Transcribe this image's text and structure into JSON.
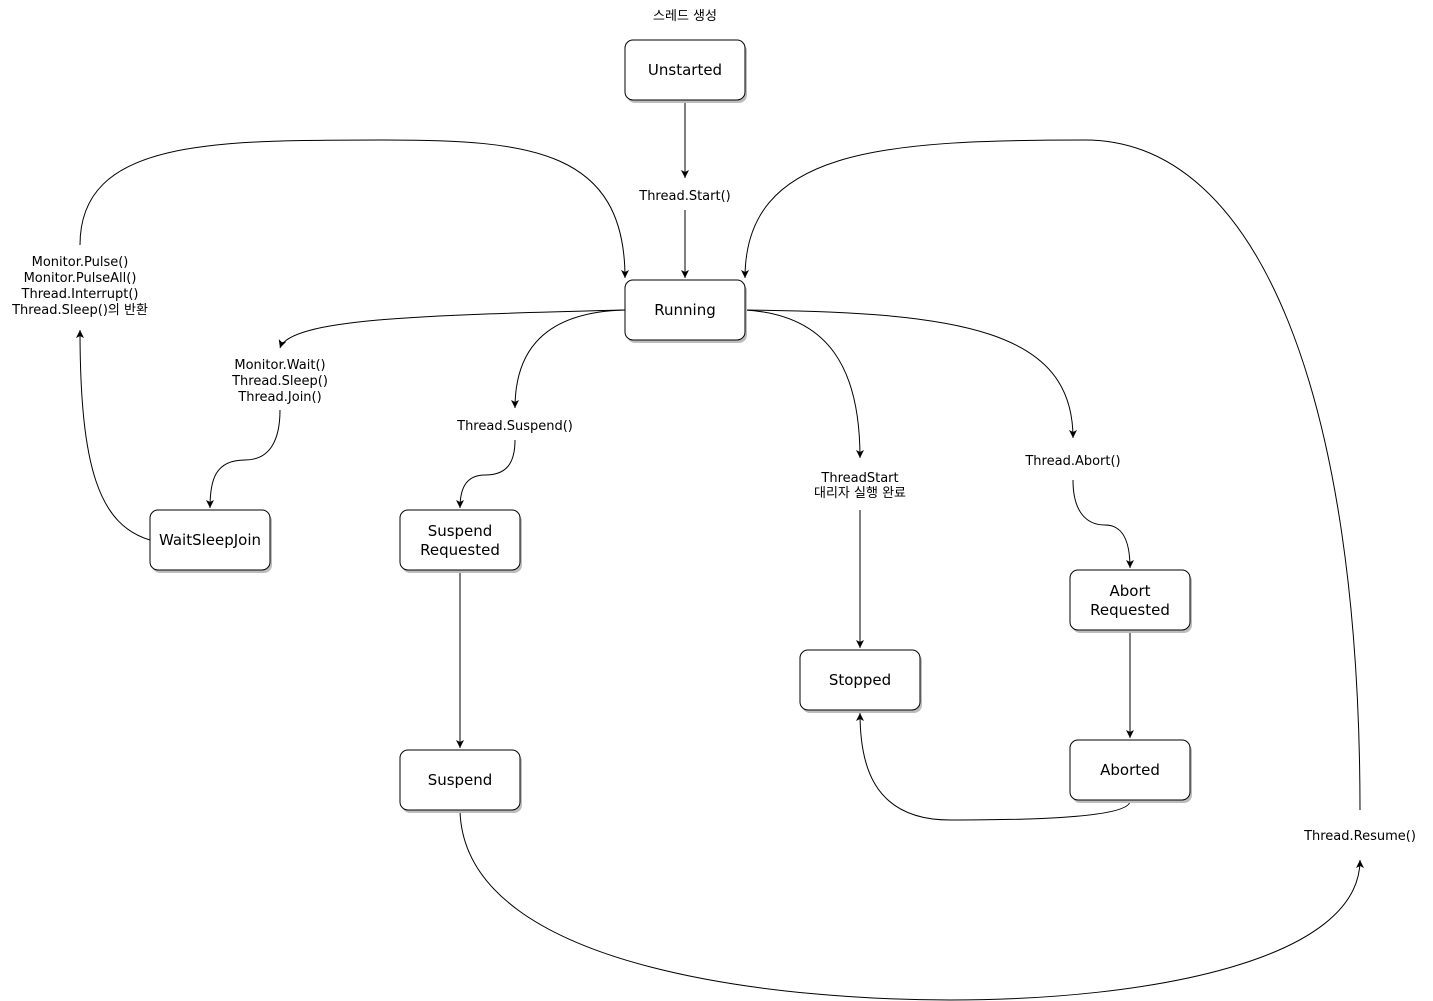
{
  "title": "스레드 생성",
  "states": {
    "unstarted": "Unstarted",
    "running": "Running",
    "waitsleepjoin": "WaitSleepJoin",
    "suspend_requested": [
      "Suspend",
      "Requested"
    ],
    "suspend": "Suspend",
    "stopped": "Stopped",
    "abort_requested": [
      "Abort",
      "Requested"
    ],
    "aborted": "Aborted"
  },
  "transitions": {
    "start": [
      "Thread.Start()"
    ],
    "wait": [
      "Monitor.Wait()",
      "Thread.Sleep()",
      "Thread.Join()"
    ],
    "pulse": [
      "Monitor.Pulse()",
      "Monitor.PulseAll()",
      "Thread.Interrupt()",
      "Thread.Sleep()의 반환"
    ],
    "suspend": [
      "Thread.Suspend()"
    ],
    "complete": [
      "ThreadStart",
      "대리자 실행 완료"
    ],
    "abort": [
      "Thread.Abort()"
    ],
    "resume": [
      "Thread.Resume()"
    ]
  }
}
